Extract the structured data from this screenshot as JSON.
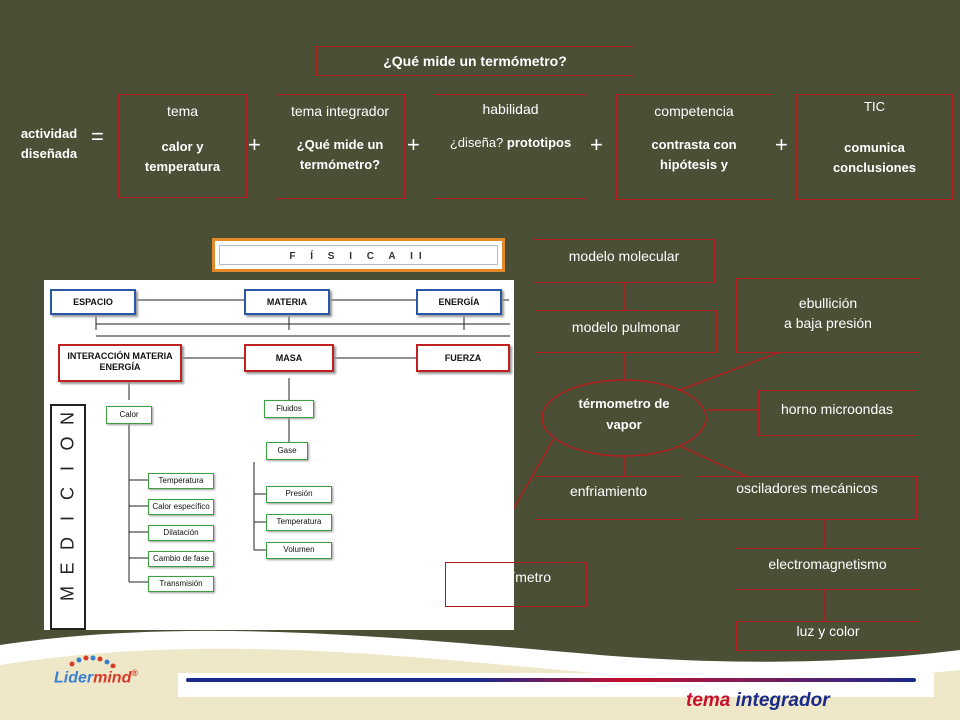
{
  "title": "¿Qué mide un termómetro?",
  "equation": {
    "left_label_1": "actividad",
    "left_label_2": "diseñada",
    "equals": "=",
    "plus": "+",
    "tema": {
      "head": "tema",
      "body1": "calor y",
      "body2": "temperatura"
    },
    "integrador": {
      "head": "tema integrador",
      "body1": "¿Qué mide un",
      "body2": "termómetro?"
    },
    "habilidad": {
      "head": "habilidad",
      "body_pre": "¿diseña?",
      "body_bold": "prototipos"
    },
    "competencia": {
      "head": "competencia",
      "body1": "contrasta con",
      "body2": "hipótesis y"
    },
    "tic": {
      "head": "TIC",
      "body1": "comunica",
      "body2": "conclusiones"
    }
  },
  "fisica_panel": {
    "header": "F Í S I C A  II",
    "espacio": "ESPACIO",
    "materia": "MATERIA",
    "energia": "ENERGÍA",
    "interaccion1": "INTERACCIÓN MATERIA",
    "interaccion2": "ENERGÍA",
    "masa": "MASA",
    "fuerza": "FUERZA",
    "calor": "Calor",
    "fluidos": "Fluidos",
    "gase": "Gase",
    "temperatura": "Temperatura",
    "calor_especifico": "Calor específico",
    "dilatacion": "Dilatación",
    "cambio_fase": "Cambio de fase",
    "transmision": "Transmisión",
    "presion": "Presión",
    "temperatura2": "Temperatura",
    "volumen": "Volumen",
    "medicion": [
      "M",
      "E",
      "D",
      "I",
      "C",
      "I",
      "O",
      "N"
    ]
  },
  "mindmap": {
    "center1": "térmometro de",
    "center2": "vapor",
    "modelo_molecular": "modelo molecular",
    "modelo_pulmonar": "modelo pulmonar",
    "ebullicion1": "ebullición",
    "ebullicion2": "a baja presión",
    "horno": "horno microondas",
    "enfriamiento": "enfriamiento",
    "osciladores": "osciladores mecánicos",
    "electromagnetismo": "electromagnetismo",
    "calorimetro": "calorímetro",
    "luz": "luz y color"
  },
  "footer": {
    "logo_a": "Lider",
    "logo_b": "mind",
    "reg": "®",
    "tema_word": "tema",
    "integrador_word": "integrador",
    "tema_color": "#c8102e",
    "integrador_color": "#1a2a8a"
  }
}
